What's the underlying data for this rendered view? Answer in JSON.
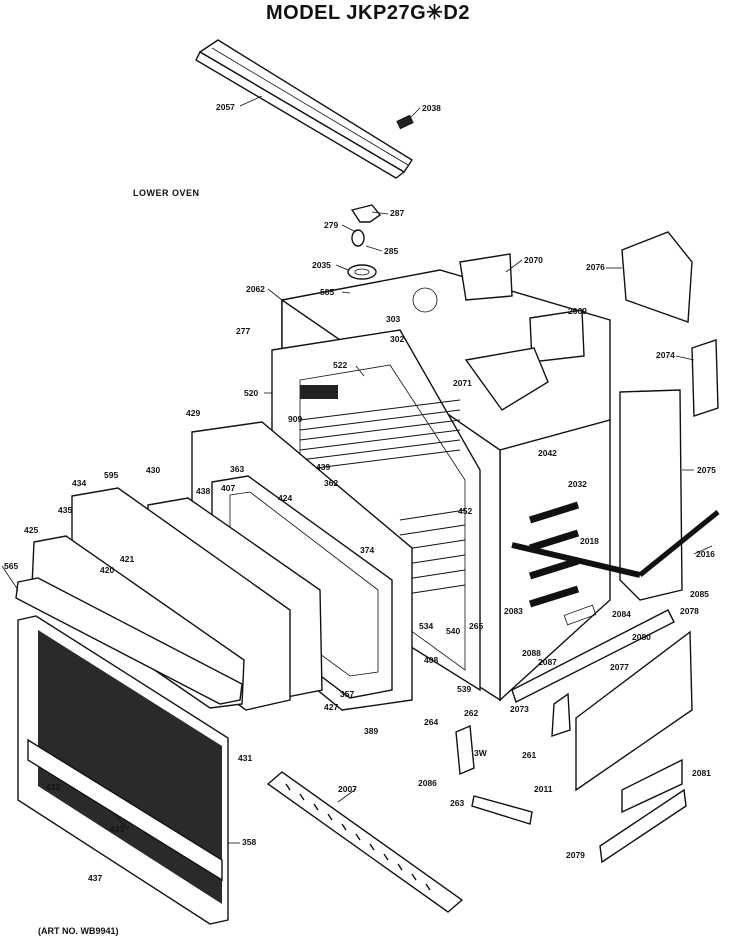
{
  "header": {
    "title": "MODEL JKP27G✳D2"
  },
  "section_label": "LOWER OVEN",
  "art_number": "(ART NO. WB9941)",
  "part_labels": [
    "2057",
    "2038",
    "287",
    "279",
    "285",
    "2035",
    "585",
    "303",
    "302",
    "2062",
    "277",
    "522",
    "520",
    "2070",
    "2071",
    "2076",
    "2069",
    "2074",
    "909",
    "429",
    "439",
    "362",
    "363",
    "407",
    "424",
    "438",
    "595",
    "430",
    "434",
    "435",
    "421",
    "420",
    "425",
    "565",
    "374",
    "452",
    "2042",
    "2032",
    "2075",
    "2018",
    "2016",
    "2085",
    "2078",
    "2083",
    "2084",
    "2080",
    "2088",
    "2087",
    "534",
    "540",
    "265",
    "408",
    "539",
    "427",
    "357",
    "389",
    "2073",
    "2077",
    "264",
    "262",
    "261",
    "3W",
    "2086",
    "263",
    "2011",
    "2081",
    "2079",
    "431",
    "432",
    "433",
    "358",
    "437",
    "2007"
  ]
}
